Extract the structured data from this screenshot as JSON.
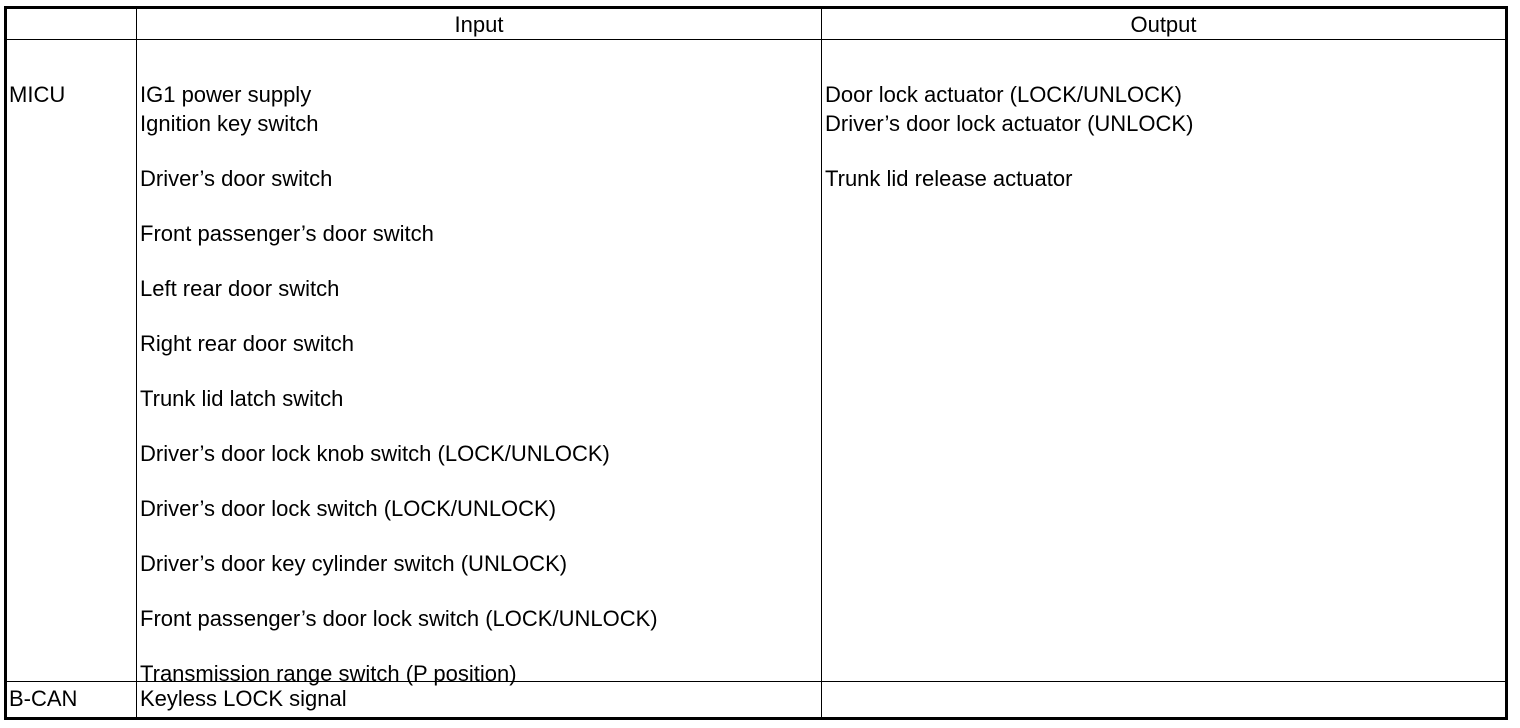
{
  "table": {
    "header": {
      "blank": "",
      "input": "Input",
      "output": "Output"
    },
    "rows": [
      {
        "label": "MICU",
        "inputs": [
          "IG1 power supply",
          "Ignition key switch",
          "Driver’s door switch",
          "Front passenger’s door switch",
          "Left rear door switch",
          "Right rear door switch",
          "Trunk lid latch switch",
          "Driver’s door lock knob switch (LOCK/UNLOCK)",
          "Driver’s door lock switch (LOCK/UNLOCK)",
          "Driver’s door key cylinder switch (UNLOCK)",
          "Front passenger’s door lock switch (LOCK/UNLOCK)",
          "Transmission range switch (P position)"
        ],
        "outputs": [
          "Door lock actuator (LOCK/UNLOCK)",
          "Driver’s door lock actuator (UNLOCK)",
          "Trunk lid release actuator"
        ]
      },
      {
        "label": "B-CAN",
        "inputs": [
          "Keyless LOCK signal"
        ],
        "outputs": []
      }
    ]
  }
}
